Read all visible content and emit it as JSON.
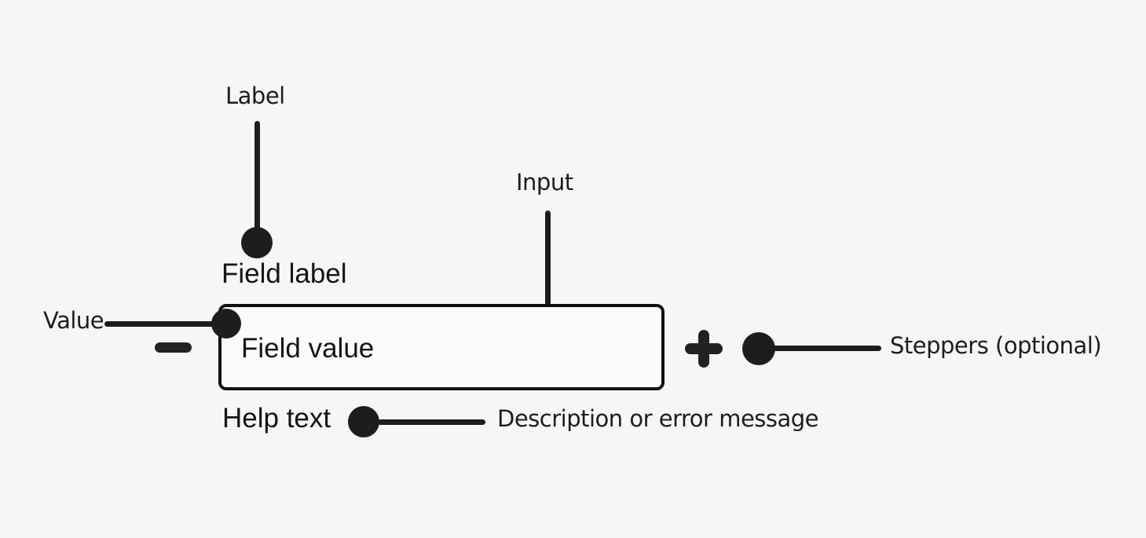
{
  "colors": {
    "background": "#f5f6f8",
    "ink": "#1d1d1f",
    "field_border": "#111111",
    "field_background": "#fbfbfd"
  },
  "component": {
    "field_label": "Field label",
    "field_value": "Field value",
    "help_text": "Help text",
    "minus_icon": "minus-stepper-icon",
    "plus_icon": "plus-stepper-icon"
  },
  "annotations": {
    "label": "Label",
    "input": "Input",
    "value": "Value",
    "steppers": "Steppers (optional)",
    "help": "Description or error message"
  }
}
